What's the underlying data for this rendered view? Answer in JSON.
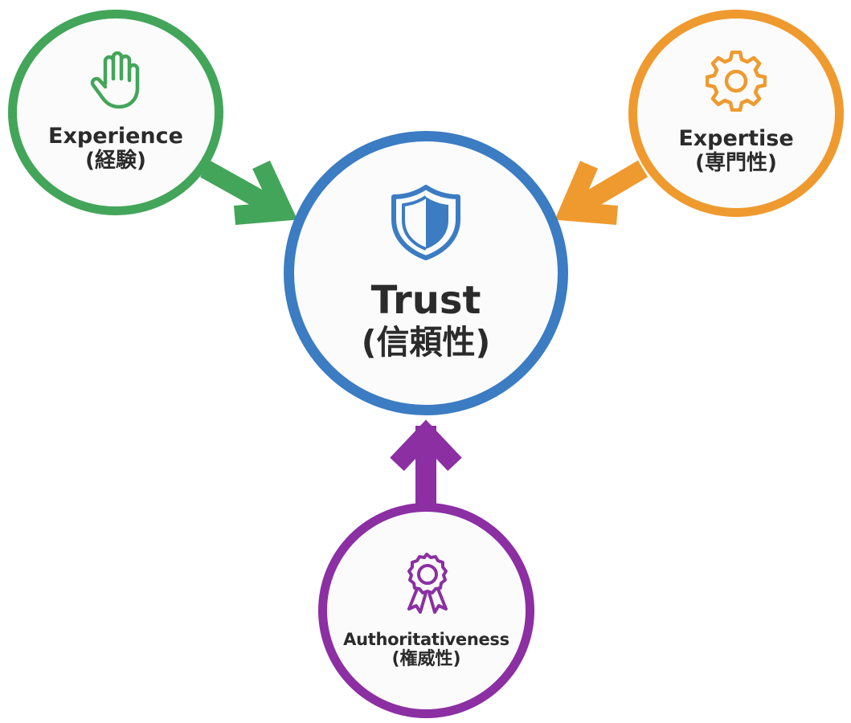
{
  "diagram": {
    "center": {
      "title": "Trust",
      "subtitle": "(信頼性)",
      "icon": "shield-icon",
      "color": "#3b7cc2"
    },
    "inputs": [
      {
        "key": "experience",
        "title": "Experience",
        "subtitle": "(経験)",
        "icon": "hand-icon",
        "color": "#43a55a"
      },
      {
        "key": "expertise",
        "title": "Expertise",
        "subtitle": "(専門性)",
        "icon": "gear-icon",
        "color": "#ef9a2e"
      },
      {
        "key": "authority",
        "title": "Authoritativeness",
        "subtitle": "(権威性)",
        "icon": "award-ribbon-icon",
        "color": "#8b2fa3"
      }
    ],
    "edges": [
      {
        "from": "experience",
        "to": "trust"
      },
      {
        "from": "expertise",
        "to": "trust"
      },
      {
        "from": "authority",
        "to": "trust"
      }
    ]
  }
}
